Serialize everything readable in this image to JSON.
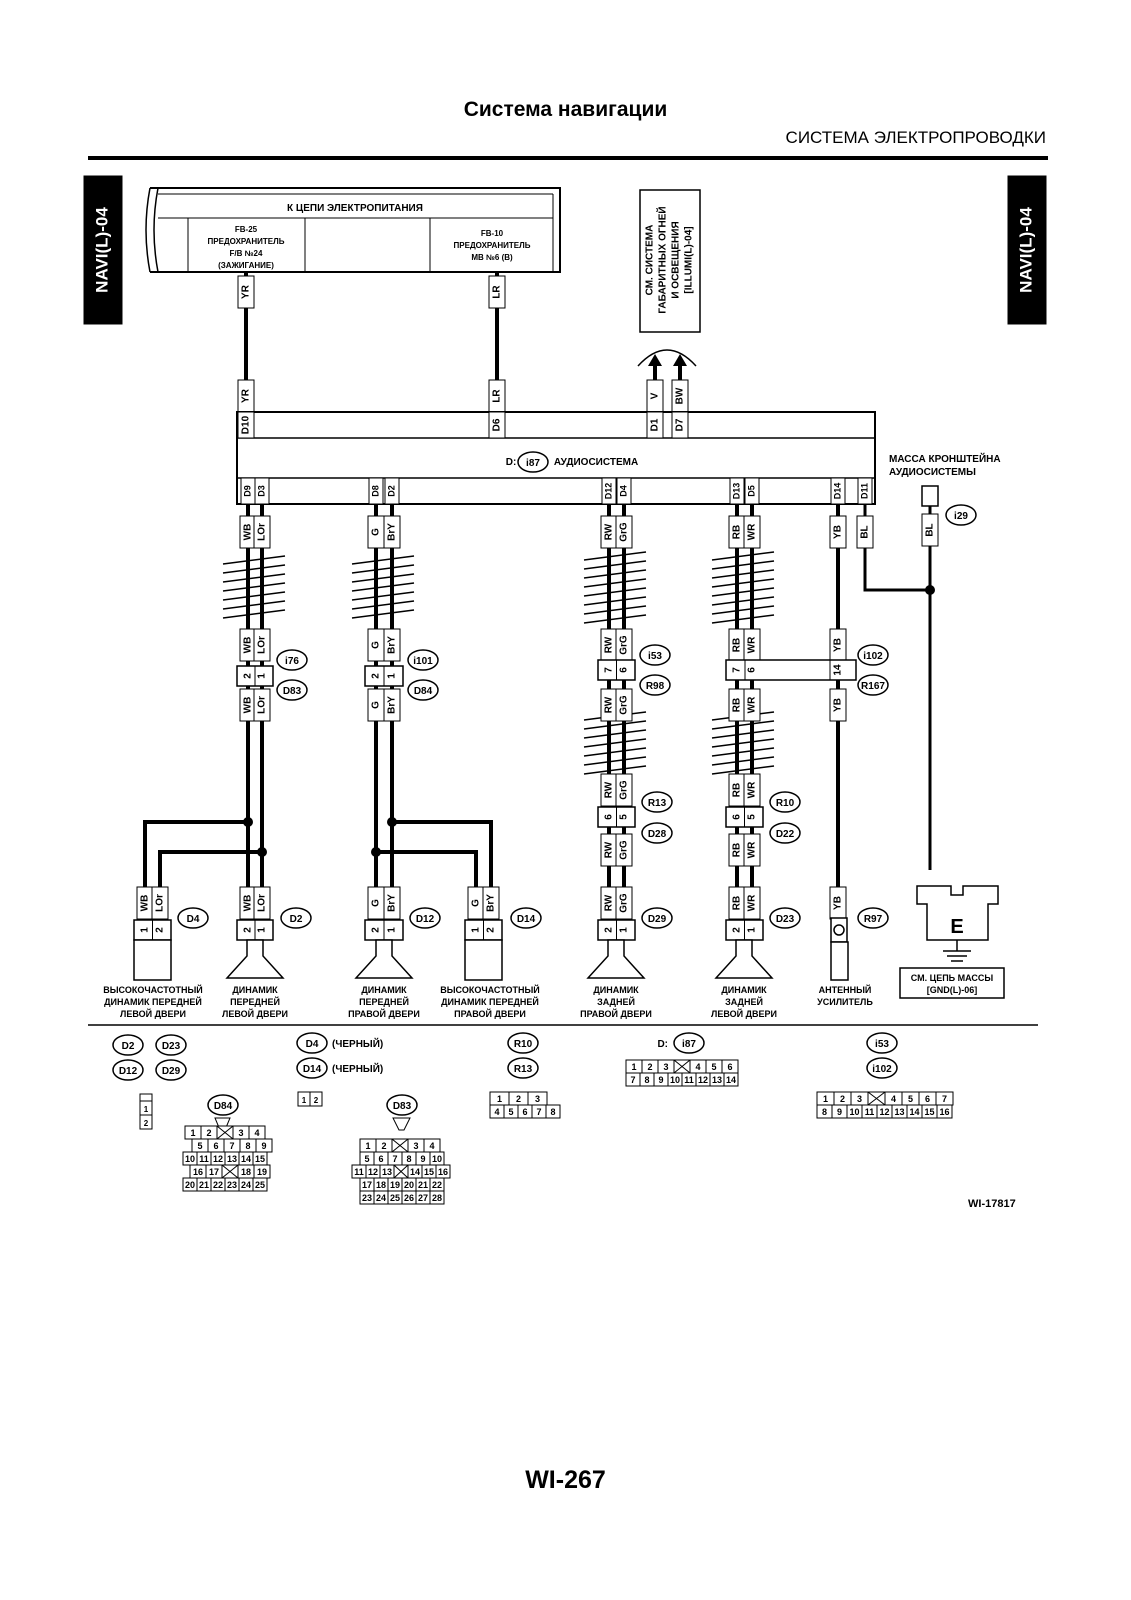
{
  "header": {
    "title": "Система навигации",
    "section": "СИСТЕМА ЭЛЕКТРОПРОВОДКИ"
  },
  "side_tab": "NAVI(L)-04",
  "power": {
    "title": "К ЦЕПИ ЭЛЕКТРОПИТАНИЯ",
    "fuse_left": [
      "FB-25",
      "ПРЕДОХРАНИТЕЛЬ",
      "F/B №24",
      "(ЗАЖИГАНИЕ)"
    ],
    "fuse_right": [
      "FB-10",
      "ПРЕДОХРАНИТЕЛЬ",
      "MB №6 (B)"
    ]
  },
  "illum_ref": [
    "СМ. СИСТЕМА",
    "ГАБАРИТНЫХ ОГНЕЙ",
    "И ОСВЕЩЕНИЯ",
    "[ILLUMI(L)-04]"
  ],
  "audio": {
    "prefix": "D:",
    "connector": "i87",
    "title": "АУДИОСИСТЕМА"
  },
  "bracket_ground": {
    "lines": [
      "МАССА КРОНШТЕЙНА",
      "АУДИОСИСТЕМЫ"
    ],
    "terminal": "i29",
    "wire": "BL"
  },
  "top_pins": [
    {
      "pin": "D10",
      "wire": "YR"
    },
    {
      "pin": "D6",
      "wire": "LR"
    },
    {
      "pin": "D1",
      "wire": "V"
    },
    {
      "pin": "D7",
      "wire": "BW"
    }
  ],
  "bottom_pins": [
    "D9",
    "D3",
    "D8",
    "D2",
    "D12",
    "D4",
    "D13",
    "D5",
    "D14",
    "D11"
  ],
  "bottom_wires": [
    "WB",
    "LOr",
    "G",
    "BrY",
    "RW",
    "GrG",
    "RB",
    "WR",
    "YB",
    "BL"
  ],
  "connectors": {
    "i76": "i76",
    "D83": "D83",
    "i101": "i101",
    "D84": "D84",
    "i53": "i53",
    "R98": "R98",
    "i102": "i102",
    "R167": "R167",
    "R13": "R13",
    "D28": "D28",
    "R10": "R10",
    "D22": "D22",
    "D4": "D4",
    "D2": "D2",
    "D12": "D12",
    "D14": "D14",
    "D29": "D29",
    "D23": "D23",
    "R97": "R97"
  },
  "ground_label": "E",
  "ground_ref": [
    "СМ. ЦЕПЬ МАССЫ",
    "[GND(L)-06]"
  ],
  "components": [
    [
      "ВЫСОКОЧАСТОТНЫЙ",
      "ДИНАМИК ПЕРЕДНЕЙ",
      "ЛЕВОЙ ДВЕРИ"
    ],
    [
      "ДИНАМИК",
      "ПЕРЕДНЕЙ",
      "ЛЕВОЙ ДВЕРИ"
    ],
    [
      "ДИНАМИК",
      "ПЕРЕДНЕЙ",
      "ПРАВОЙ ДВЕРИ"
    ],
    [
      "ВЫСОКОЧАСТОТНЫЙ",
      "ДИНАМИК ПЕРЕДНЕЙ",
      "ПРАВОЙ ДВЕРИ"
    ],
    [
      "ДИНАМИК",
      "ЗАДНЕЙ",
      "ПРАВОЙ ДВЕРИ"
    ],
    [
      "ДИНАМИК",
      "ЗАДНЕЙ",
      "ЛЕВОЙ ДВЕРИ"
    ],
    [
      "АНТЕННЫЙ",
      "УСИЛИТЕЛЬ"
    ]
  ],
  "legend": {
    "black_note": "(ЧЕРНЫЙ)",
    "d83_rows": [
      [
        "1",
        "2",
        "",
        "3",
        "4"
      ],
      [
        "5",
        "6",
        "7",
        "8",
        "9",
        "10"
      ],
      [
        "11",
        "12",
        "13",
        "",
        "14",
        "15",
        "16"
      ],
      [
        "17",
        "18",
        "19",
        "20",
        "21",
        "22"
      ],
      [
        "23",
        "24",
        "25",
        "26",
        "27",
        "28"
      ]
    ],
    "d84_rows": [
      [
        "1",
        "2",
        "",
        "3",
        "4"
      ],
      [
        "5",
        "6",
        "7",
        "8",
        "9"
      ],
      [
        "10",
        "11",
        "12",
        "13",
        "14",
        "15"
      ],
      [
        "16",
        "17",
        "",
        "18",
        "19"
      ],
      [
        "20",
        "21",
        "22",
        "23",
        "24",
        "25"
      ]
    ],
    "r_rows": [
      [
        "1",
        "2",
        "3"
      ],
      [
        "4",
        "5",
        "6",
        "7",
        "8"
      ]
    ],
    "i87_rows": [
      [
        "1",
        "2",
        "3",
        "",
        "4",
        "5",
        "6"
      ],
      [
        "7",
        "8",
        "9",
        "10",
        "11",
        "12",
        "13",
        "14"
      ]
    ],
    "i53_rows": [
      [
        "1",
        "2",
        "3",
        "",
        "4",
        "5",
        "6",
        "7"
      ],
      [
        "8",
        "9",
        "10",
        "11",
        "12",
        "13",
        "14",
        "15",
        "16"
      ]
    ],
    "small_two_col": [
      "1",
      "2"
    ],
    "small_two_row": [
      "1",
      "2"
    ]
  },
  "footer": {
    "diagram_id": "WI-17817",
    "page_number": "WI-267"
  }
}
